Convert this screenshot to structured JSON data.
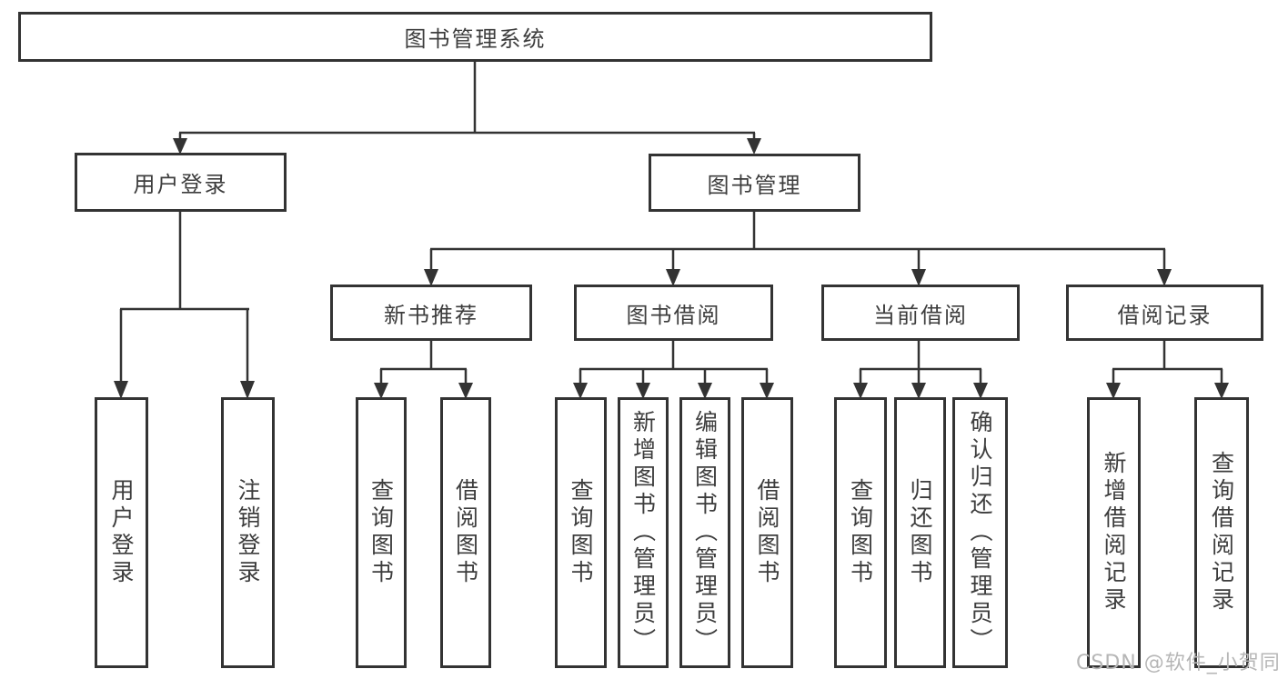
{
  "diagram": {
    "root": {
      "label": "图书管理系统"
    },
    "branches": [
      {
        "label": "用户登录",
        "children": [
          {
            "label": "用户登录"
          },
          {
            "label": "注销登录"
          }
        ]
      },
      {
        "label": "图书管理",
        "children": [
          {
            "label": "新书推荐",
            "children": [
              {
                "label": "查询图书"
              },
              {
                "label": "借阅图书"
              }
            ]
          },
          {
            "label": "图书借阅",
            "children": [
              {
                "label": "查询图书"
              },
              {
                "label": "新增图书（管理员）"
              },
              {
                "label": "编辑图书（管理员）"
              },
              {
                "label": "借阅图书"
              }
            ]
          },
          {
            "label": "当前借阅",
            "children": [
              {
                "label": "查询图书"
              },
              {
                "label": "归还图书"
              },
              {
                "label": "确认归还（管理员）"
              }
            ]
          },
          {
            "label": "借阅记录",
            "children": [
              {
                "label": "新增借阅记录"
              },
              {
                "label": "查询借阅记录"
              }
            ]
          }
        ]
      }
    ]
  },
  "watermark": {
    "text": "CSDN @软件_小贺同学"
  },
  "colors": {
    "line": "#333333",
    "text": "#3d3d3d",
    "watermark": "#b6b6b6",
    "background": "#ffffff"
  }
}
